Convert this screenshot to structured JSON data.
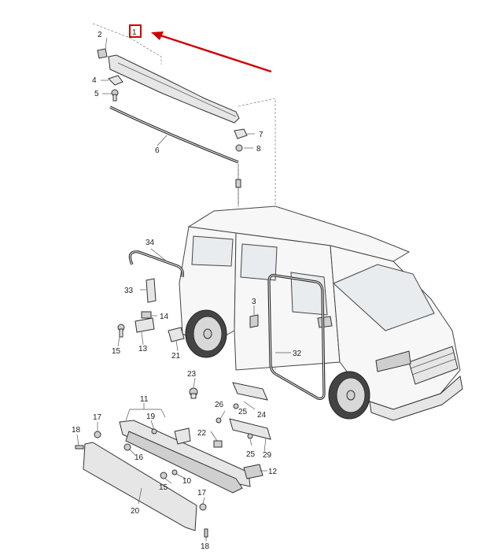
{
  "highlight": {
    "part_number": "1",
    "color": "#d00000"
  },
  "arrow": {
    "color": "#d00000"
  },
  "callouts": {
    "c1": "1",
    "c2": "2",
    "c3": "3",
    "c4": "4",
    "c5": "5",
    "c6": "6",
    "c7": "7",
    "c8": "8",
    "c10": "10",
    "c11": "11",
    "c12": "12",
    "c13": "13",
    "c14": "14",
    "c15": "15",
    "c16": "16",
    "c17a": "17",
    "c17b": "17",
    "c18a": "18",
    "c18b": "18",
    "c19": "19",
    "c20": "20",
    "c21": "21",
    "c22": "22",
    "c23": "23",
    "c24": "24",
    "c25a": "25",
    "c25b": "25",
    "c26": "26",
    "c29": "29",
    "c32": "32",
    "c33": "33",
    "c34": "34"
  }
}
